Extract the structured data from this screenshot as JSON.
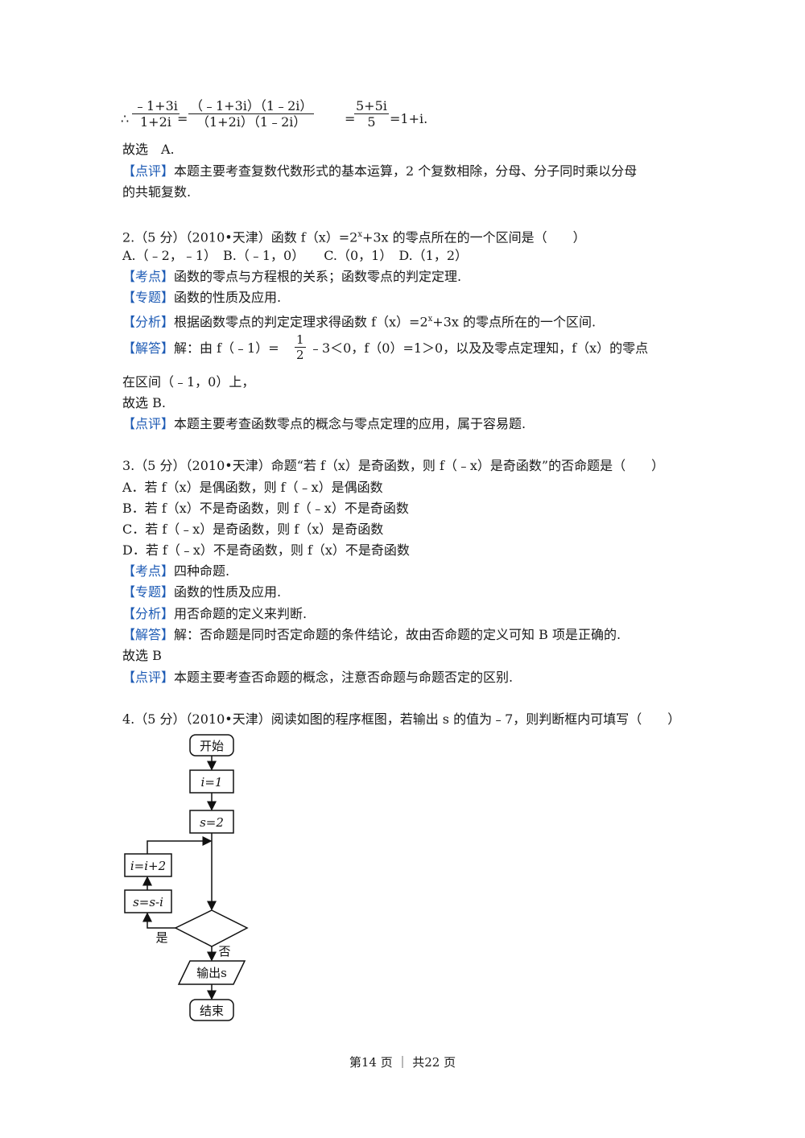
{
  "eq1": {
    "therefore": "∴",
    "f1_num": "﹣1+3i",
    "f1_den": "1+2i",
    "eq": "=",
    "f2_num": "（﹣1+3i）（1﹣2i）",
    "f2_den": "（1+2i）（1﹣2i）",
    "f3_num": "5+5i",
    "f3_den": "5",
    "result": "=1+i."
  },
  "q1": {
    "choose": "故选　A.",
    "review_tag": "【点评】",
    "review_1": "本题主要考查复数代数形式的基本运算，2 个复数相除，分母、分子同时乘以分母",
    "review_2": "的共轭复数."
  },
  "q2": {
    "stem_a": "2.（5 分）（2010•天津）函数 f（x）=2",
    "stem_sup": "x",
    "stem_b": "+3x 的零点所在的一个区间是（　　）",
    "options": "A.（﹣2，﹣1）　B.（﹣1，0）　　C.（0，1）　D.（1，2）",
    "kp_tag": "【考点】",
    "kp": "函数的零点与方程根的关系；函数零点的判定定理.",
    "topic_tag": "【专题】",
    "topic": "函数的性质及应用.",
    "an_tag": "【分析】",
    "an_a": "根据函数零点的判定定理求得函数 f（x）=2",
    "an_sup": "x",
    "an_b": "+3x 的零点所在的一个区间.",
    "sol_tag": "【解答】",
    "sol_a": "解：由 f（﹣1）=",
    "sol_num": "1",
    "sol_den": "2",
    "sol_b": "﹣3＜0，f（0）=1＞0，以及及零点定理知，f（x）的零点",
    "sol_2": "在区间（﹣1，0）上，",
    "choose": "故选 B.",
    "review_tag": "【点评】",
    "review": "本题主要考查函数零点的概念与零点定理的应用，属于容易题."
  },
  "q3": {
    "stem": "3.（5 分）（2010•天津）命题“若 f（x）是奇函数，则 f（﹣x）是奇函数”的否命题是（　　）",
    "opt_a": "A．若 f（x）是偶函数，则 f（﹣x）是偶函数",
    "opt_b": "B．若 f（x）不是奇函数，则 f（﹣x）不是奇函数",
    "opt_c": "C．若 f（﹣x）是奇函数，则 f（x）是奇函数",
    "opt_d": "D．若 f（﹣x）不是奇函数，则 f（x）不是奇函数",
    "kp_tag": "【考点】",
    "kp": "四种命题.",
    "topic_tag": "【专题】",
    "topic": "函数的性质及应用.",
    "an_tag": "【分析】",
    "an": "用否命题的定义来判断.",
    "sol_tag": "【解答】",
    "sol": "解：否命题是同时否定命题的条件结论，故由否命题的定义可知 B 项是正确的.",
    "choose": "故选 B",
    "review_tag": "【点评】",
    "review": "本题主要考查否命题的概念，注意否命题与命题否定的区别."
  },
  "q4": {
    "stem": "4.（5 分）（2010•天津）阅读如图的程序框图，若输出 s 的值为﹣7，则判断框内可填写（　　）"
  },
  "flowchart": {
    "start": "开始",
    "init_i": "i=1",
    "init_s": "s=2",
    "inc_i": "i=i+2",
    "update_s": "s=s-i",
    "yes": "是",
    "no": "否",
    "output": "输出s",
    "end": "结束"
  },
  "footer": {
    "text": "第14 页 ｜ 共22 页"
  }
}
